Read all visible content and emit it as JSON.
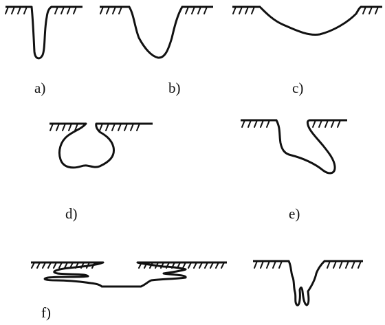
{
  "panels": [
    {
      "id": "a",
      "label": "a)"
    },
    {
      "id": "b",
      "label": "b)"
    },
    {
      "id": "c",
      "label": "c)"
    },
    {
      "id": "d",
      "label": "d)"
    },
    {
      "id": "e",
      "label": "e)"
    },
    {
      "id": "f",
      "label": "f)"
    }
  ],
  "colors": {
    "ink": "#111111",
    "background": "#ffffff"
  }
}
